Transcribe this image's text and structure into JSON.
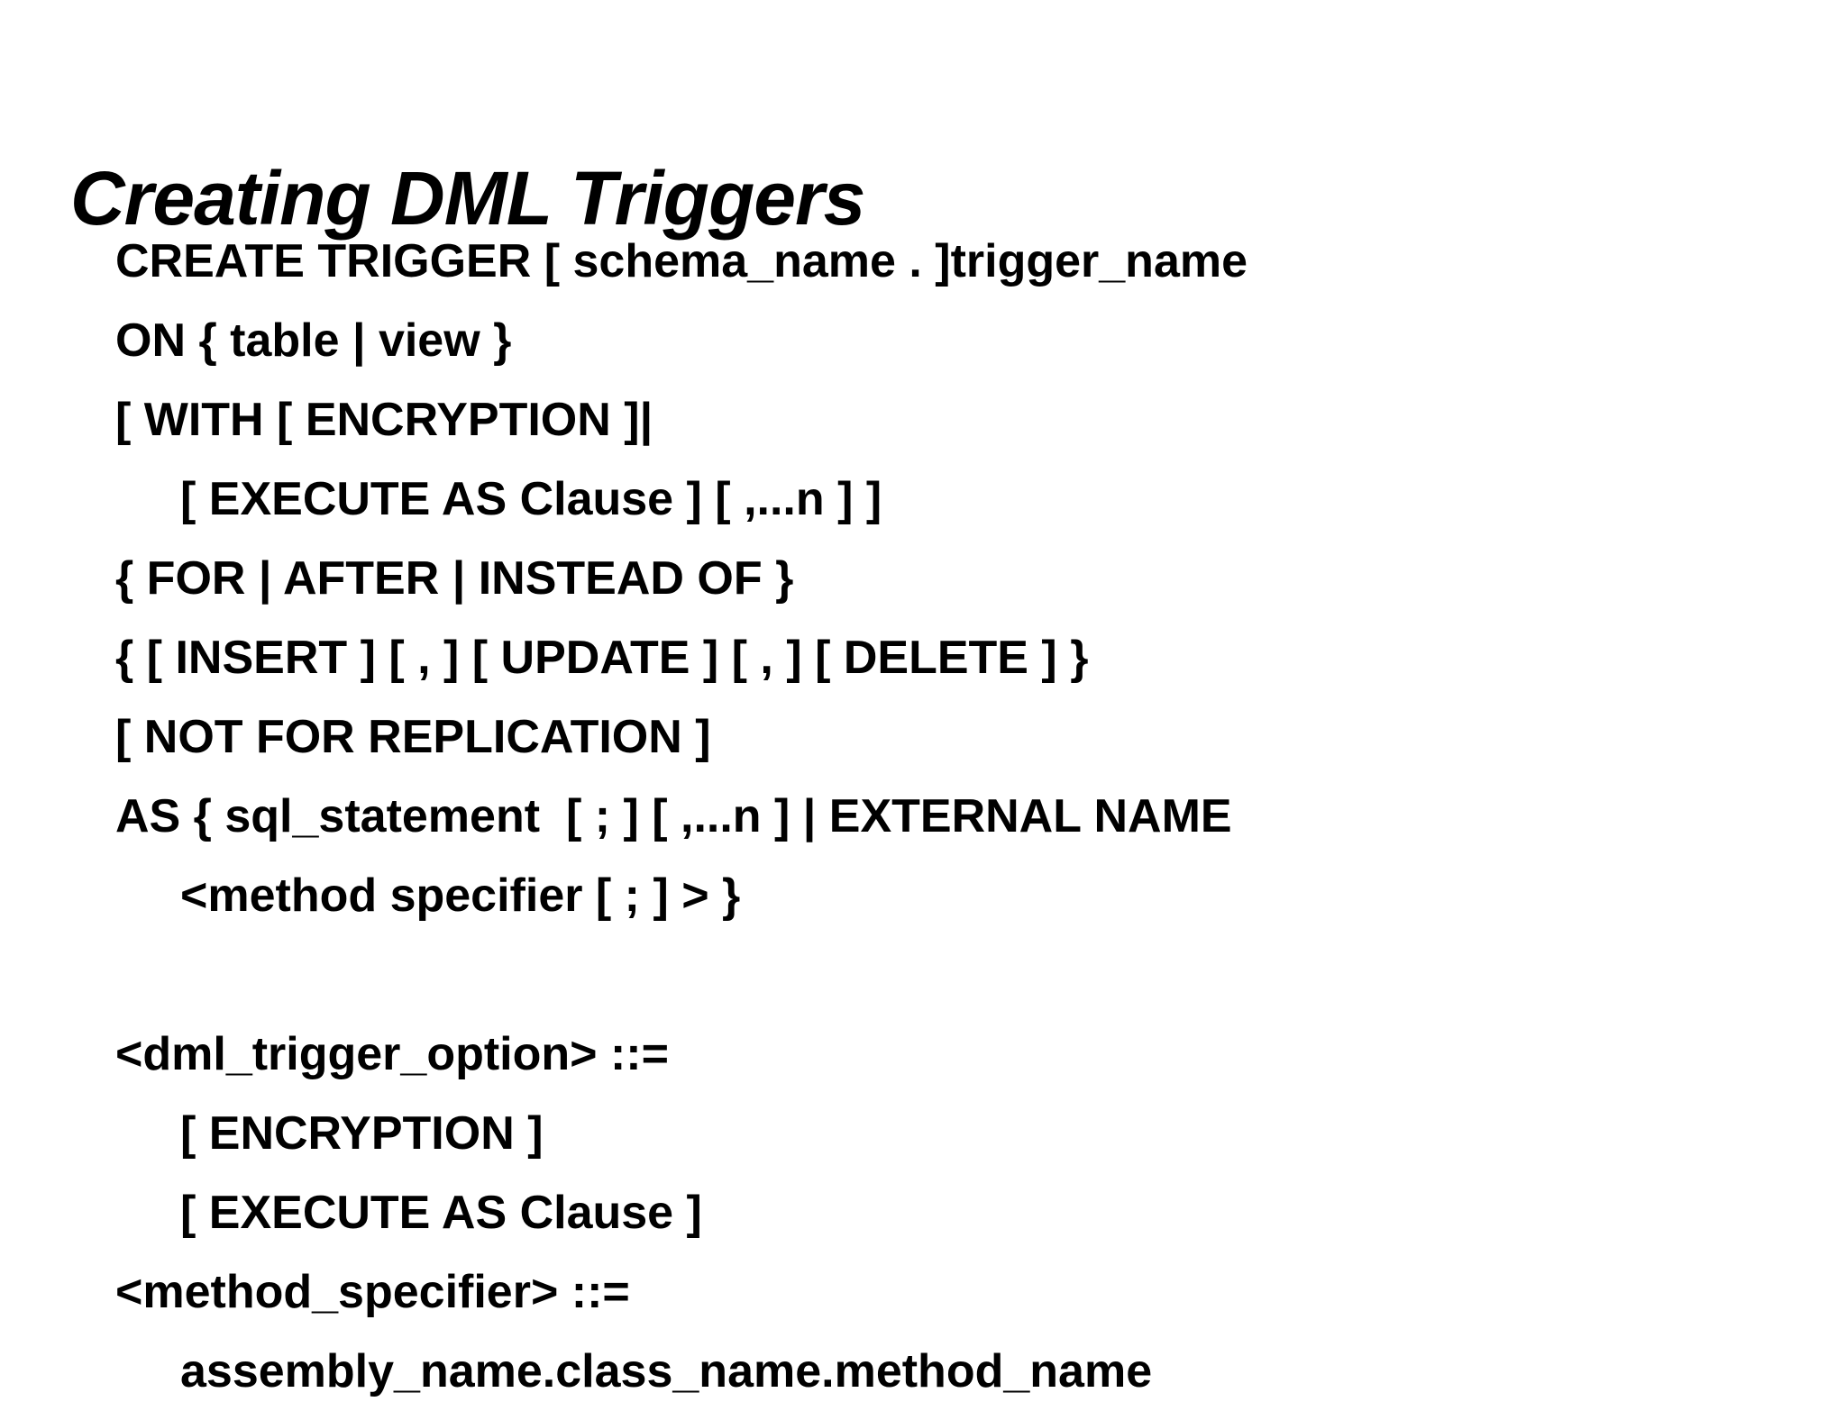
{
  "slide": {
    "title": "Creating DML Triggers",
    "background_color": "#ffffff",
    "text_color": "#000000"
  },
  "code": {
    "language": "tsql",
    "lines": [
      {
        "text": "CREATE TRIGGER [ schema_name . ]trigger_name",
        "indent": 0
      },
      {
        "text": "ON { table | view }",
        "indent": 0
      },
      {
        "text": "[ WITH [ ENCRYPTION ]|",
        "indent": 0
      },
      {
        "text": "[ EXECUTE AS Clause ] [ ,...n ] ]",
        "indent": 1
      },
      {
        "text": "{ FOR | AFTER | INSTEAD OF }",
        "indent": 0
      },
      {
        "text": "{ [ INSERT ] [ , ] [ UPDATE ] [ , ] [ DELETE ] }",
        "indent": 0
      },
      {
        "text": "[ NOT FOR REPLICATION ]",
        "indent": 0
      },
      {
        "text": "AS { sql_statement  [ ; ] [ ,...n ] | EXTERNAL NAME",
        "indent": 0
      },
      {
        "text": "<method specifier [ ; ] > }",
        "indent": 1
      },
      {
        "text": "",
        "indent": 0
      },
      {
        "text": "<dml_trigger_option> ::=",
        "indent": 0
      },
      {
        "text": "[ ENCRYPTION ]",
        "indent": 1
      },
      {
        "text": "[ EXECUTE AS Clause ]",
        "indent": 1
      },
      {
        "text": "<method_specifier> ::=",
        "indent": 0
      },
      {
        "text": "assembly_name.class_name.method_name",
        "indent": 1
      }
    ]
  }
}
